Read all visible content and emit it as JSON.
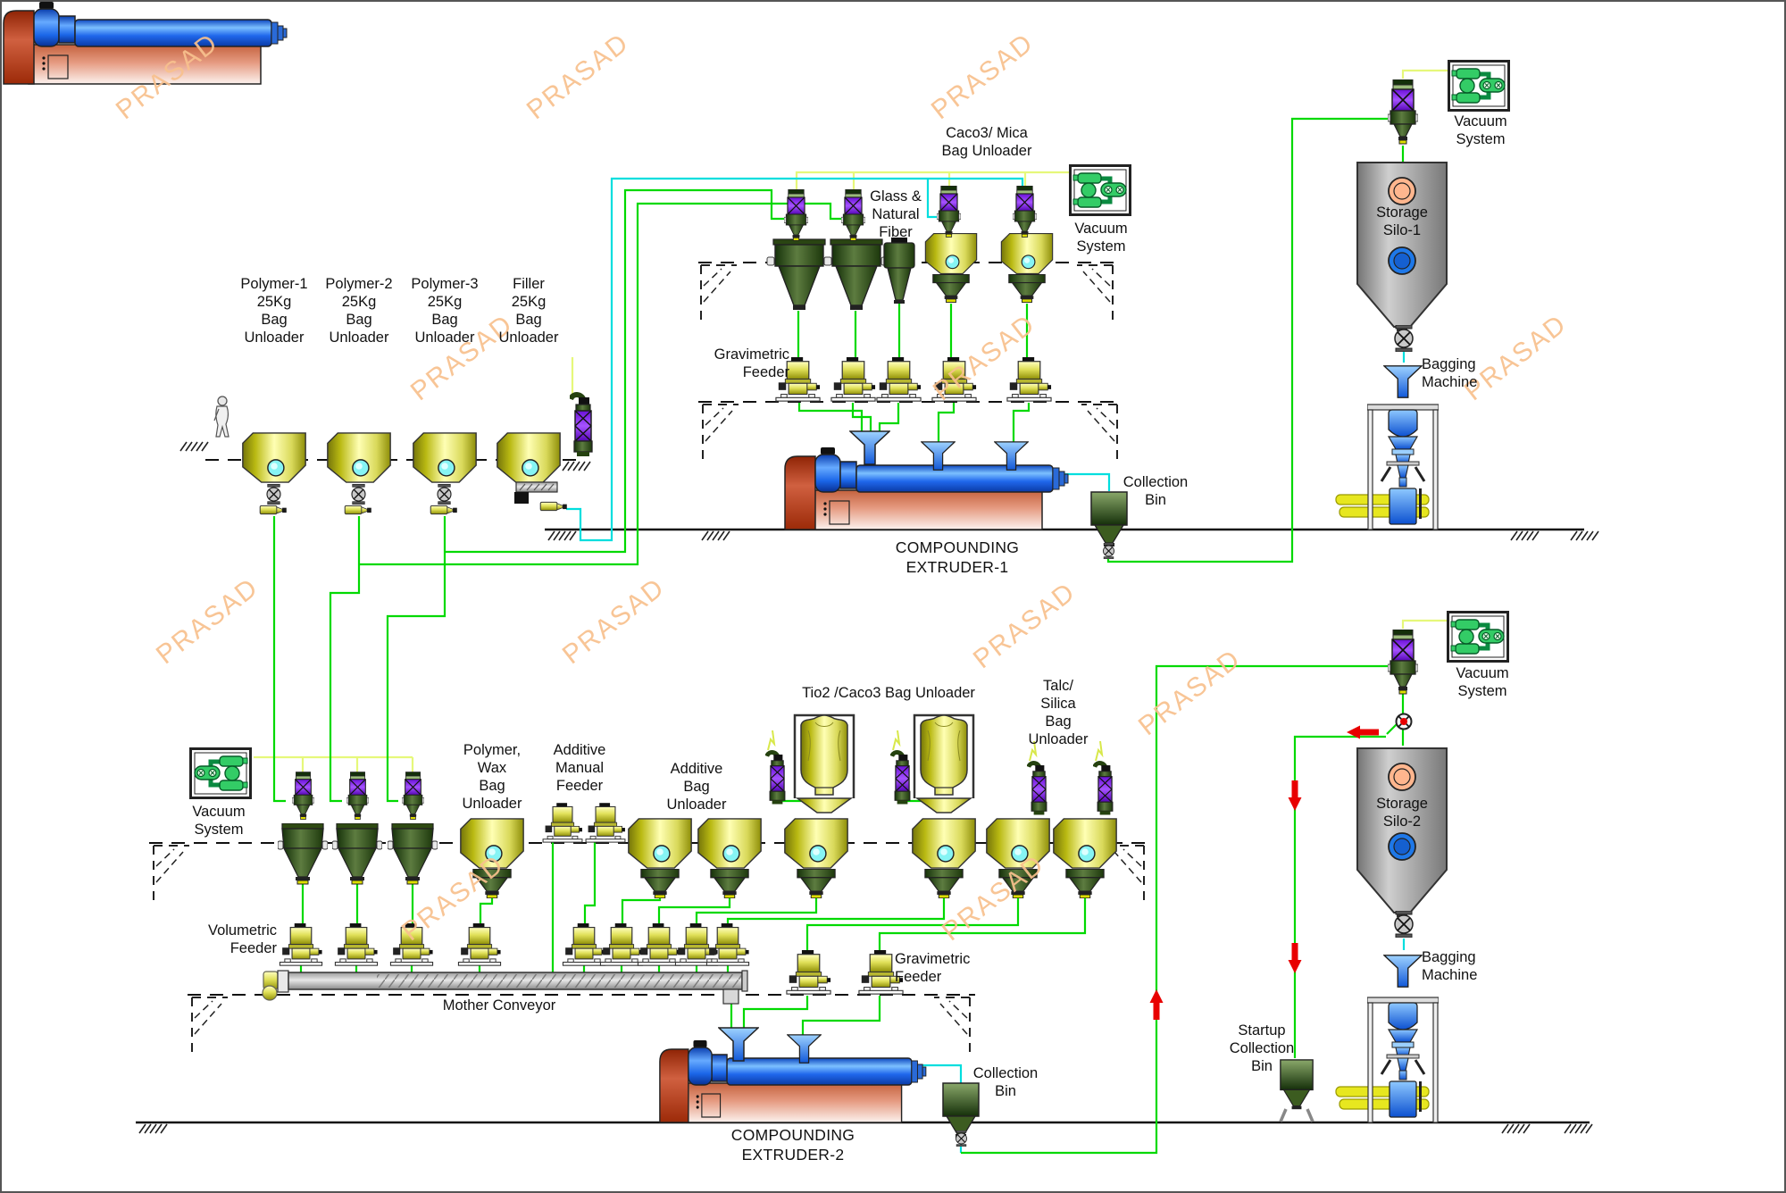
{
  "watermark": {
    "text": "PRASAD",
    "color": "#f8c18e"
  },
  "colors": {
    "line_conveying_green": "#00d900",
    "line_conveying_cyan": "#00dede",
    "line_vacuum_yellow": "#e6f87a",
    "equipment_yellow": "#e0e058",
    "equipment_dark_green": "#33531f",
    "filter_purple": "#a653ff",
    "silo_gray": "#cfcfcf",
    "extruder_blue": "#2068ec",
    "extruder_red": "#c4623e",
    "bagging_blue": "#0c50d0",
    "flow_arrow_red": "#e80000",
    "silo_level_high": "#ffb68e",
    "silo_level_low": "#1e78e8"
  },
  "labels": {
    "polymer1": [
      "Polymer-1",
      "25Kg",
      "Bag",
      "Unloader"
    ],
    "polymer2": [
      "Polymer-2",
      "25Kg",
      "Bag",
      "Unloader"
    ],
    "polymer3": [
      "Polymer-3",
      "25Kg",
      "Bag",
      "Unloader"
    ],
    "filler": [
      "Filler",
      "25Kg",
      "Bag",
      "Unloader"
    ],
    "caco3_mica": [
      "Caco3/ Mica",
      "Bag Unloader"
    ],
    "glass_fiber": [
      "Glass &",
      "Natural",
      "Fiber"
    ],
    "gravimetric_feeder_1": [
      "Gravimetric",
      "Feeder"
    ],
    "vacuum_top_mid": [
      "Vacuum",
      "System"
    ],
    "vacuum_top_right": [
      "Vacuum",
      "System"
    ],
    "vacuum_bottom_left": [
      "Vacuum",
      "System"
    ],
    "vacuum_bottom_right": [
      "Vacuum",
      "System"
    ],
    "compounding_extruder_1": [
      "COMPOUNDING",
      "EXTRUDER-1"
    ],
    "compounding_extruder_2": [
      "COMPOUNDING",
      "EXTRUDER-2"
    ],
    "collection_bin_1": [
      "Collection",
      "Bin"
    ],
    "collection_bin_2": [
      "Collection",
      "Bin"
    ],
    "storage_silo_1": [
      "Storage",
      "Silo-1"
    ],
    "storage_silo_2": [
      "Storage",
      "Silo-2"
    ],
    "bagging_machine_1": [
      "Bagging",
      "Machine"
    ],
    "bagging_machine_2": [
      "Bagging",
      "Machine"
    ],
    "volumetric_feeder": [
      "Volumetric",
      "Feeder"
    ],
    "polymer_wax": [
      "Polymer,",
      "Wax",
      "Bag",
      "Unloader"
    ],
    "additive_manual": [
      "Additive",
      "Manual",
      "Feeder"
    ],
    "additive_bag": [
      "Additive",
      "Bag",
      "Unloader"
    ],
    "tio2_caco3": [
      "Tio2 /Caco3 Bag Unloader"
    ],
    "talc_silica": [
      "Talc/",
      "Silica",
      "Bag",
      "Unloader"
    ],
    "mother_conveyor": [
      "Mother Conveyor"
    ],
    "gravimetric_feeder_2": [
      "Gravimetric",
      "Feeder"
    ],
    "startup_bin": [
      "Startup",
      "Collection",
      "Bin"
    ]
  }
}
